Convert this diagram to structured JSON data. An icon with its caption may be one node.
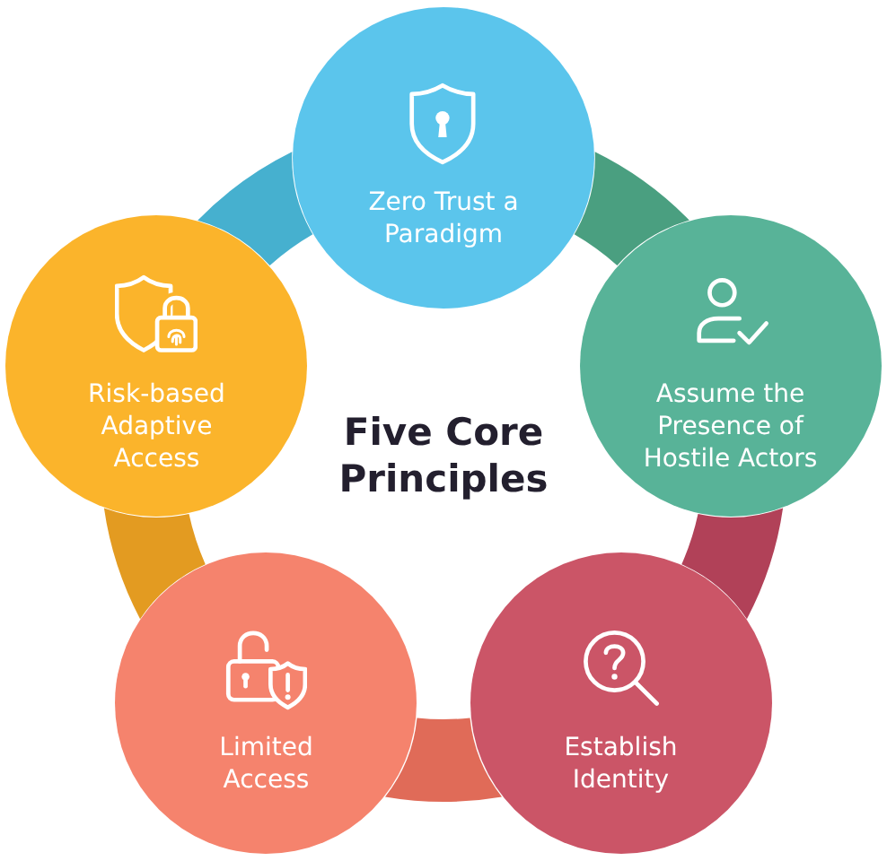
{
  "diagram": {
    "title": "Five Core Principles",
    "nodes": [
      {
        "text": [
          "Zero Trust a Paradigm"
        ]
      },
      {
        "text": [
          "Assume the Presence of Hostile Actors"
        ]
      },
      {
        "text": [
          "Establish Identity"
        ]
      },
      {
        "text": [
          "Limited Access"
        ]
      },
      {
        "text": [
          "Risk-based Adaptive Access"
        ]
      }
    ],
    "edges": [
      {
        "from": 0,
        "to": 1,
        "arrow": "none",
        "color": "#4a9f80"
      },
      {
        "from": 1,
        "to": 2,
        "arrow": "none",
        "color": "#b14158"
      },
      {
        "from": 2,
        "to": 3,
        "arrow": "none",
        "color": "#e06b58"
      },
      {
        "from": 3,
        "to": 4,
        "arrow": "none",
        "color": "#e39b21"
      },
      {
        "from": 4,
        "to": 0,
        "arrow": "none",
        "color": "#46b0cf"
      }
    ]
  }
}
